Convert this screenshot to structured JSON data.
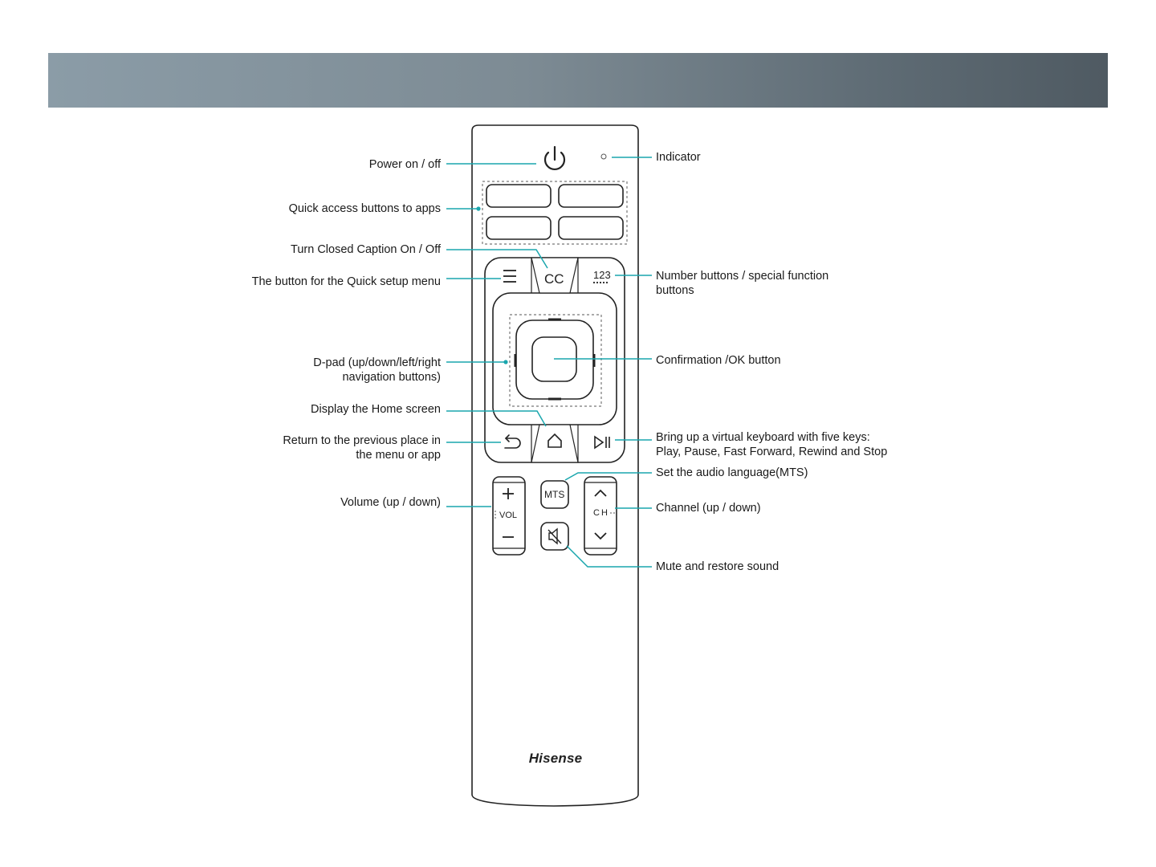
{
  "colors": {
    "banner_start": "#8b9ca7",
    "banner_end": "#4f5a62",
    "leader": "#1aa6ad",
    "outline": "#222222"
  },
  "brand": "Hisense",
  "buttons": {
    "cc": "CC",
    "numbers": "123",
    "mts": "MTS",
    "vol": "VOL",
    "ch": "CH"
  },
  "labels_left": {
    "power": "Power on / off",
    "quick_access": "Quick access buttons to apps",
    "closed_caption": "Turn Closed Caption On / Off",
    "quick_setup": "The button for the Quick setup menu",
    "dpad_line1": "D-pad (up/down/left/right",
    "dpad_line2": "navigation buttons)",
    "home": "Display the Home screen",
    "back_line1": "Return to the previous place in",
    "back_line2": "the menu or app",
    "volume": "Volume (up / down)"
  },
  "labels_right": {
    "indicator": "Indicator",
    "numbers_line1": "Number buttons / special function",
    "numbers_line2": "buttons",
    "ok": "Confirmation /OK button",
    "keyboard_line1": "Bring up a virtual keyboard with five keys:",
    "keyboard_line2": "Play, Pause, Fast Forward, Rewind and Stop",
    "mts": "Set the audio language(MTS)",
    "channel": "Channel (up / down)",
    "mute": "Mute and restore sound"
  },
  "icons": [
    "power-icon",
    "indicator-light",
    "menu-icon",
    "play-pause-icon",
    "back-icon",
    "home-icon",
    "mute-icon",
    "up-chevron-icon",
    "down-chevron-icon",
    "plus-icon",
    "minus-icon"
  ]
}
